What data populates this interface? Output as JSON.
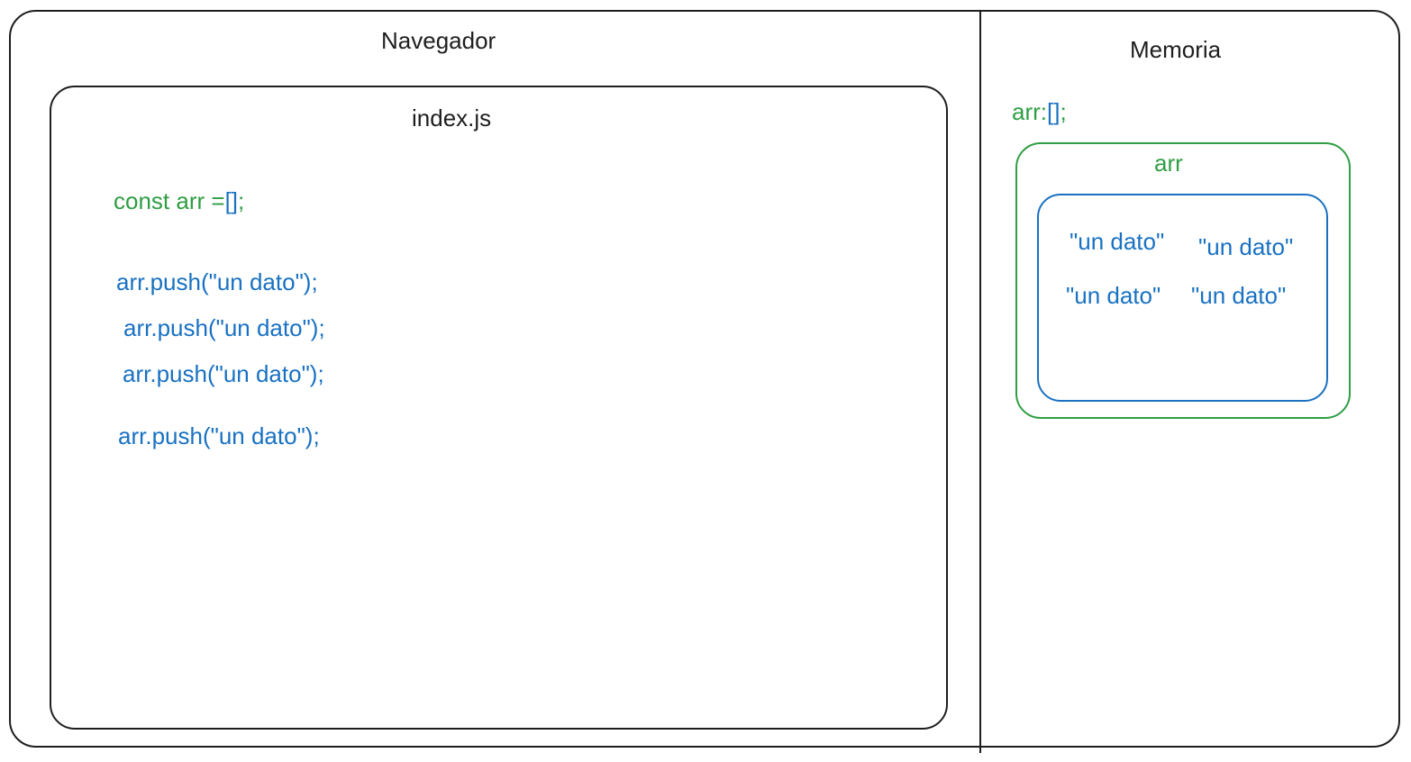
{
  "navegador": {
    "title": "Navegador"
  },
  "index": {
    "title": "index.js"
  },
  "code": {
    "declaration_prefix": "const arr =",
    "declaration_brackets": "[]",
    "declaration_semicolon": ";",
    "push_lines": [
      "arr.push(\"un dato\");",
      "arr.push(\"un dato\");",
      "arr.push(\"un dato\");",
      "arr.push(\"un dato\");"
    ]
  },
  "memoria": {
    "title": "Memoria",
    "ref_prefix": "arr:",
    "ref_brackets": "[]",
    "ref_semicolon": ";",
    "array_label": "arr",
    "values": [
      "\"un dato\"",
      "\"un dato\"",
      "\"un dato\"",
      "\"un dato\""
    ]
  },
  "colors": {
    "stroke": "#1e1e1e",
    "green": "#2f9e44",
    "blue": "#1971c2"
  }
}
